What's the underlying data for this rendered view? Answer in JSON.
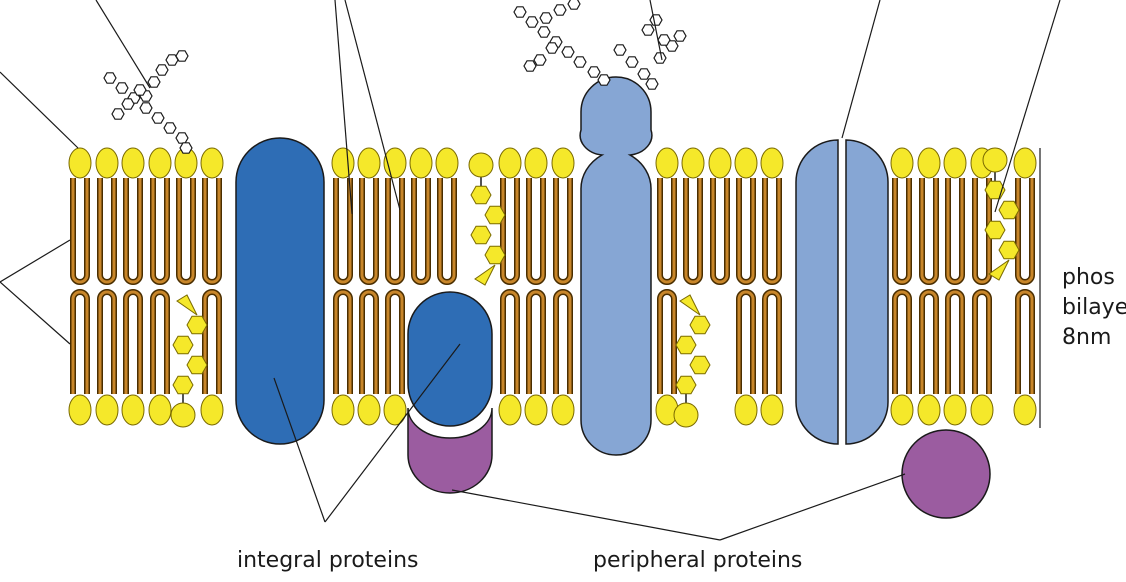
{
  "labels": {
    "integral": "integral proteins",
    "peripheral": "peripheral proteins",
    "bilayer_line1": "phos",
    "bilayer_line2": "bilaye",
    "bilayer_line3": "8nm"
  },
  "colors": {
    "head": "#f5e82a",
    "head_stroke": "#7a6a00",
    "tail": "#c8862a",
    "tail_stroke": "#4a2e00",
    "integral_dark": "#2e6db5",
    "integral_light": "#86a6d4",
    "peripheral": "#9b5ca0",
    "line": "#1a1a1a"
  }
}
